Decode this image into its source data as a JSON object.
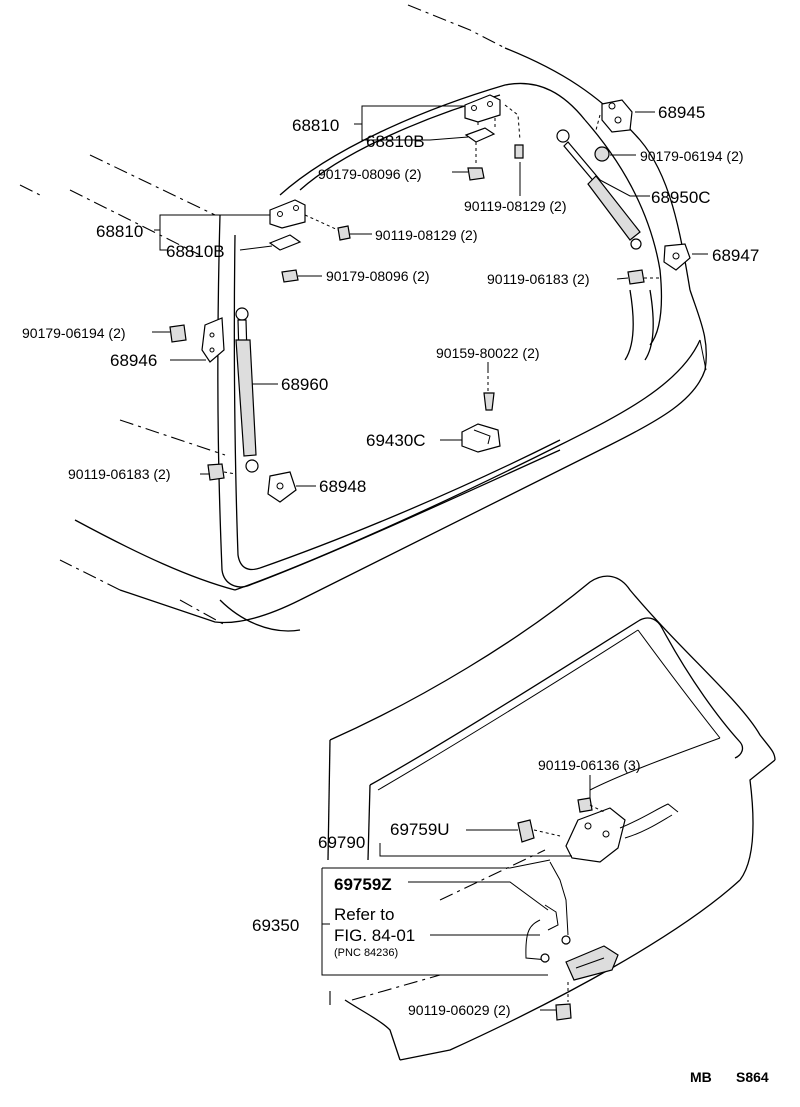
{
  "labels": {
    "p68810_top": "68810",
    "p68810b_top": "68810B",
    "p90179_08096_top": "90179-08096 (2)",
    "p90119_08129_top": "90119-08129 (2)",
    "p68945": "68945",
    "p90179_06194_right": "90179-06194 (2)",
    "p68950c": "68950C",
    "p68810_left": "68810",
    "p68810b_left": "68810B",
    "p90119_08129_left": "90119-08129 (2)",
    "p90179_08096_left": "90179-08096 (2)",
    "p68947": "68947",
    "p90119_06183_right": "90119-06183 (2)",
    "p90179_06194_left": "90179-06194 (2)",
    "p68946": "68946",
    "p90159_80022": "90159-80022 (2)",
    "p68960": "68960",
    "p69430c": "69430C",
    "p90119_06183_left": "90119-06183 (2)",
    "p68948": "68948",
    "p90119_06136": "90119-06136 (3)",
    "p69790": "69790",
    "p69759u": "69759U",
    "p69759z": "69759Z",
    "p69350": "69350",
    "refer_line1": "Refer to",
    "refer_line2": "FIG. 84-01",
    "refer_line3": "(PNC 84236)",
    "p90119_06029": "90119-06029 (2)",
    "code_left": "MB",
    "code_right": "S864"
  },
  "icons": [
    "hinge-icon",
    "bolt-icon",
    "nut-icon",
    "gas-strut-icon",
    "bracket-icon",
    "latch-icon",
    "lock-cylinder-icon",
    "cushion-icon"
  ]
}
